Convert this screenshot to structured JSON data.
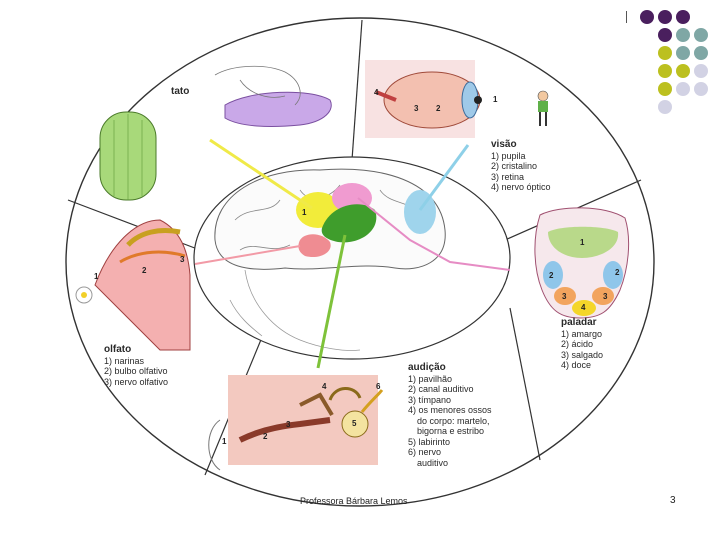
{
  "senses": {
    "tato": {
      "title": "tato"
    },
    "visao": {
      "title": "visão",
      "items": [
        "1) pupila",
        "2) cristalino",
        "3) retina",
        "4) nervo óptico"
      ],
      "markers": [
        "1",
        "2",
        "3",
        "4"
      ]
    },
    "paladar": {
      "title": "paladar",
      "items": [
        "1) amargo",
        "2) ácido",
        "3) salgado",
        "4) doce"
      ],
      "markers": [
        "1",
        "2",
        "2",
        "3",
        "3",
        "4"
      ]
    },
    "audicao": {
      "title": "audição",
      "items": [
        "1) pavilhão",
        "2) canal auditivo",
        "3) tímpano",
        "4) os menores ossos",
        "do corpo: martelo,",
        "bigorna e estribo",
        "5) labirinto",
        "6) nervo",
        "auditivo"
      ],
      "markers": [
        "1",
        "2",
        "3",
        "4",
        "5",
        "6"
      ]
    },
    "olfato": {
      "title": "olfato",
      "items": [
        "1) narinas",
        "2) bulbo olfativo",
        "3) nervo olfativo"
      ],
      "markers": [
        "1",
        "2",
        "3"
      ]
    }
  },
  "brain_markers": [
    "1"
  ],
  "footer": {
    "author": "Professora Bárbara Lemos",
    "page": "3"
  },
  "colors": {
    "purple": "#4a1f5e",
    "teal": "#7fa7a5",
    "olive": "#bcc01f",
    "lavender": "#d2d2e4",
    "touch_line": "#f0ea48",
    "vision_line": "#8ed0e8",
    "taste_line": "#e68cc4",
    "hearing_line": "#7ec23a",
    "smell_line": "#f29aa6"
  }
}
